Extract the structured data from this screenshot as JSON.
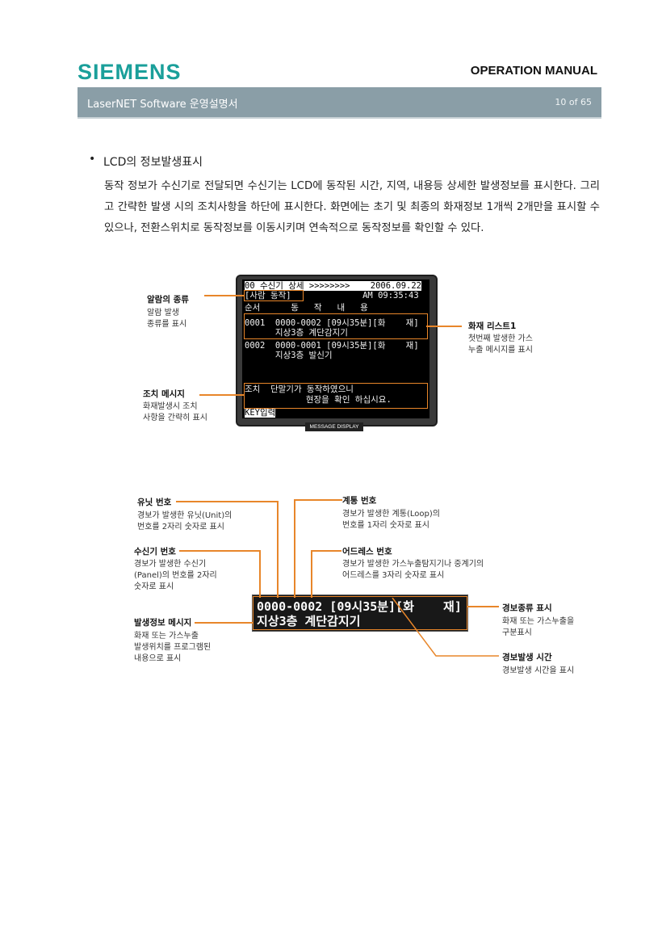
{
  "header": {
    "logo": "SIEMENS",
    "manual_title": "OPERATION MANUAL",
    "doc_title": "LaserNET Software  운영설명서",
    "page": "10 of 65"
  },
  "section": {
    "bullet_title": "LCD의 정보발생표시",
    "paragraph": "동작 정보가 수신기로 전달되면 수신기는 LCD에 동작된 시간, 지역, 내용등 상세한 발생정보를 표시한다. 그리고 간략한 발생 시의 조치사항을 하단에 표시한다. 화면에는 초기 및 최종의 화재정보 1개씩 2개만을 표시할 수 있으나, 전환스위치로 동작정보를 이동시키며 연속적으로 동작정보를 확인할 수 있다."
  },
  "lcd1": {
    "line1": "00 수신기 상세 >>>>>>>>    2006.09.22",
    "line2": "[사람 동작]              AM 09:35:43",
    "line3": "순서      동   작   내   용",
    "line4": "0001  0000-0002 [09시35분][화    재]",
    "line5": "      지상3층 계단감지기",
    "line6": "0002  0000-0001 [09시35분][화    재]",
    "line7": "      지상3층 발신기",
    "line8": "조치  단말기가 동작하였으니",
    "line9": "            현장을 확인 하십시요.",
    "line10": "KEY입력",
    "tag": "MESSAGE DISPLAY"
  },
  "annot1": {
    "alarm_type_title": "알람의 종류",
    "alarm_type_desc1": "알람 발생",
    "alarm_type_desc2": "종류를 표시",
    "fire_list_title": "화재 리스트1",
    "fire_list_desc1": "첫번째 발생한 가스",
    "fire_list_desc2": "누출 메시지를 표시",
    "action_title": "조치 메시지",
    "action_desc1": "화재발생시 조치",
    "action_desc2": "사항을 간략히 표시"
  },
  "lcd2": {
    "line1": "0000-0002 [09시35분][화    재]",
    "line2": "지상3층 계단감지기"
  },
  "annot2": {
    "unit_title": "유닛 번호",
    "unit_desc1": "경보가 발생한 유닛(Unit)의",
    "unit_desc2": "번호를 2자리 숫자로 표시",
    "loop_title": "계통 번호",
    "loop_desc1": "경보가 발생한 계통(Loop)의",
    "loop_desc2": "번호를 1자리 숫자로 표시",
    "panel_title": "수신기 번호",
    "panel_desc1": "경보가 발생한 수신기",
    "panel_desc2": "(Panel)의 번호를 2자리",
    "panel_desc3": "숫자로 표시",
    "addr_title": "어드레스 번호",
    "addr_desc1": "경보가 발생한 가스누출탐지기나 중계기의",
    "addr_desc2": "어드레스를 3자리 숫자로 표시",
    "msg_title": "발생정보 메시지",
    "msg_desc1": "화재 또는 가스누출",
    "msg_desc2": "발생위치를 프로그램된",
    "msg_desc3": "내용으로 표시",
    "kind_title": "경보종류 표시",
    "kind_desc1": "화재 또는 가스누출을",
    "kind_desc2": "구분표시",
    "time_title": "경보발생 시간",
    "time_desc1": "경보발생 시간을 표시"
  }
}
